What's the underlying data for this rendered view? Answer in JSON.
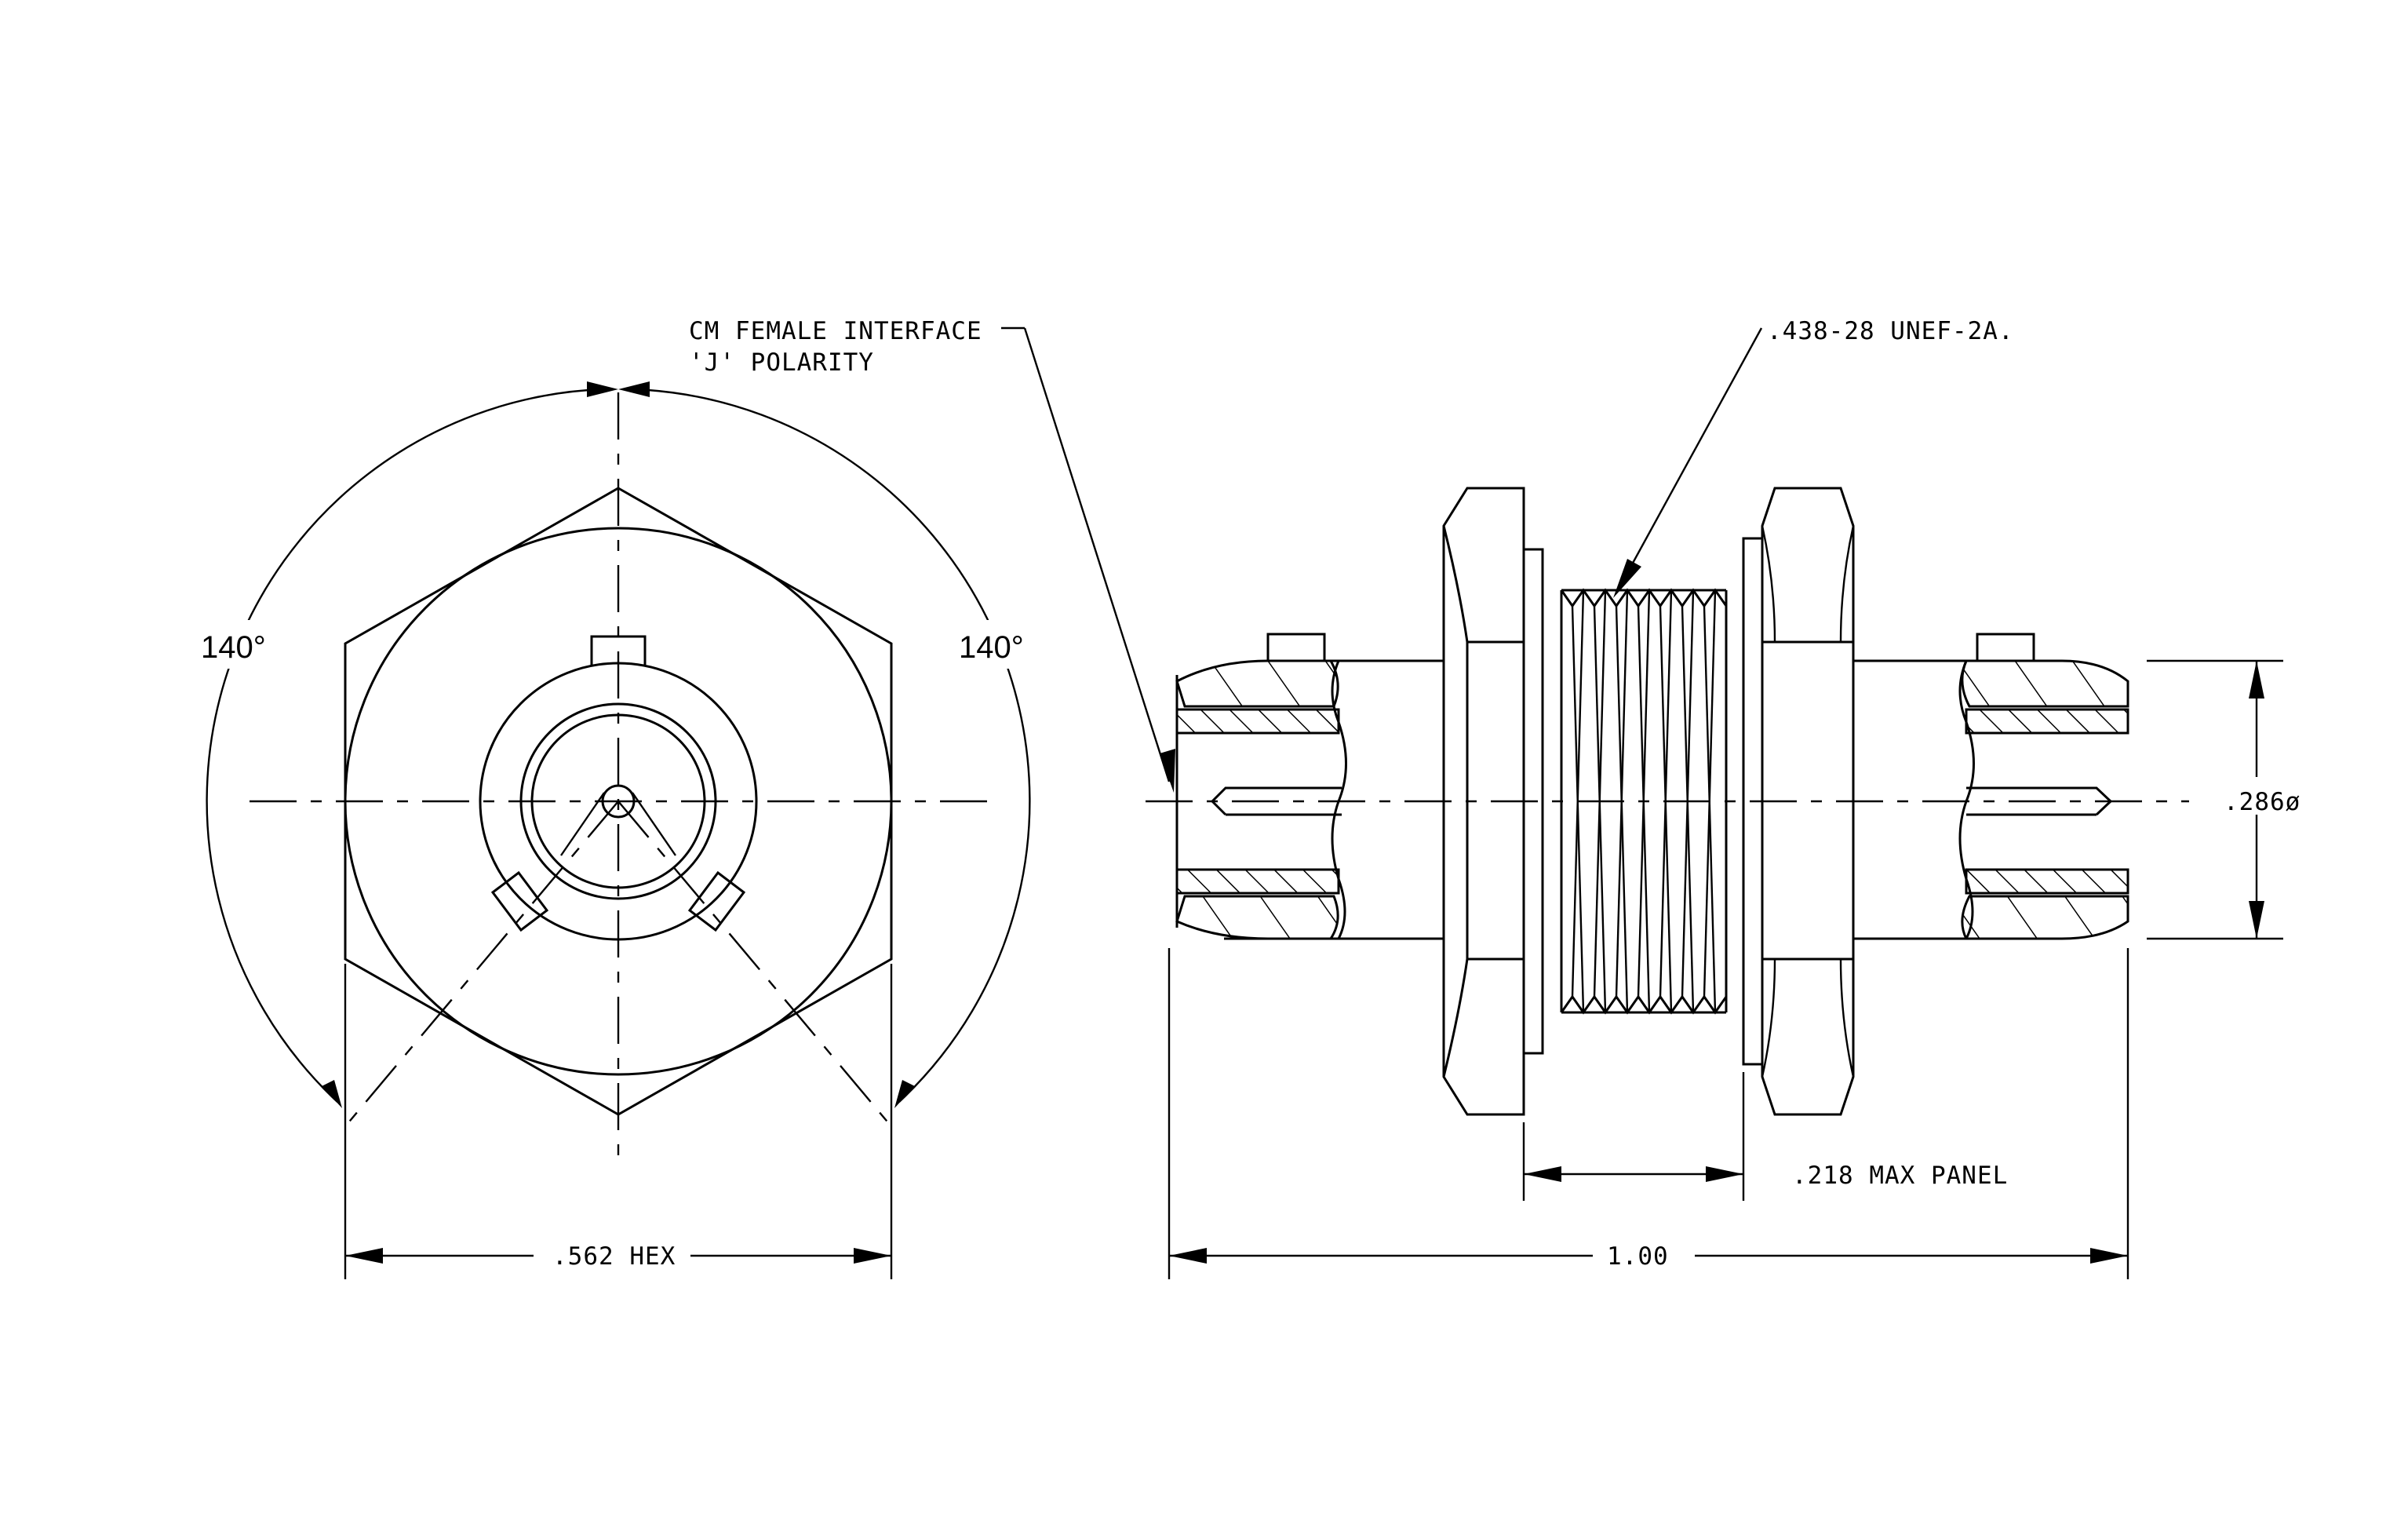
{
  "annotations": {
    "interface_line1": "CM FEMALE INTERFACE",
    "interface_line2": "'J' POLARITY",
    "thread": ".438-28 UNEF-2A.",
    "angle_left": "140°",
    "angle_right": "140°",
    "hex": ".562 HEX",
    "panel": ".218 MAX PANEL",
    "length": "1.00",
    "diameter": ".286ø"
  }
}
